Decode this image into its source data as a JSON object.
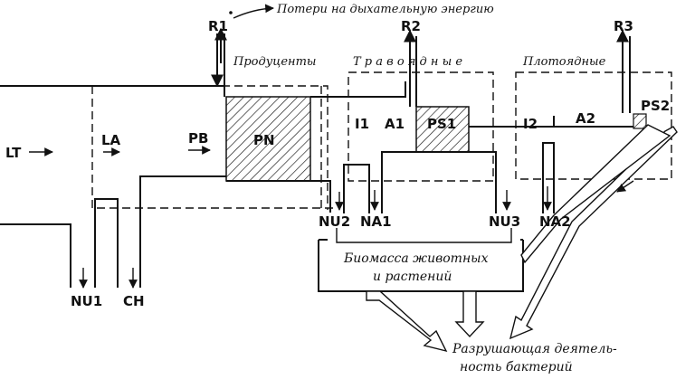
{
  "labels": {
    "r1": "R1",
    "r2": "R2",
    "r3": "R3",
    "losses": "Потери на дыхательную энергию",
    "producers": "Продуценты",
    "herbivores": "Т р а в о   я д н ы е",
    "carnivores": "Плотоядные",
    "lt": "LT",
    "la": "LA",
    "pb": "PB",
    "pn": "PN",
    "i1": "I1",
    "a1": "A1",
    "ps1": "PS1",
    "i2": "I2",
    "a2": "A2",
    "ps2": "PS2",
    "nu1": "NU1",
    "ch": "CH",
    "nu2": "NU2",
    "na1": "NA1",
    "nu3": "NU3",
    "na2": "NA2",
    "biomass_line1": "Биомасса животных",
    "biomass_line2": "и  растений",
    "bacteria_line1": "Разрушающая деятель-",
    "bacteria_line2": "ность бактерий"
  }
}
